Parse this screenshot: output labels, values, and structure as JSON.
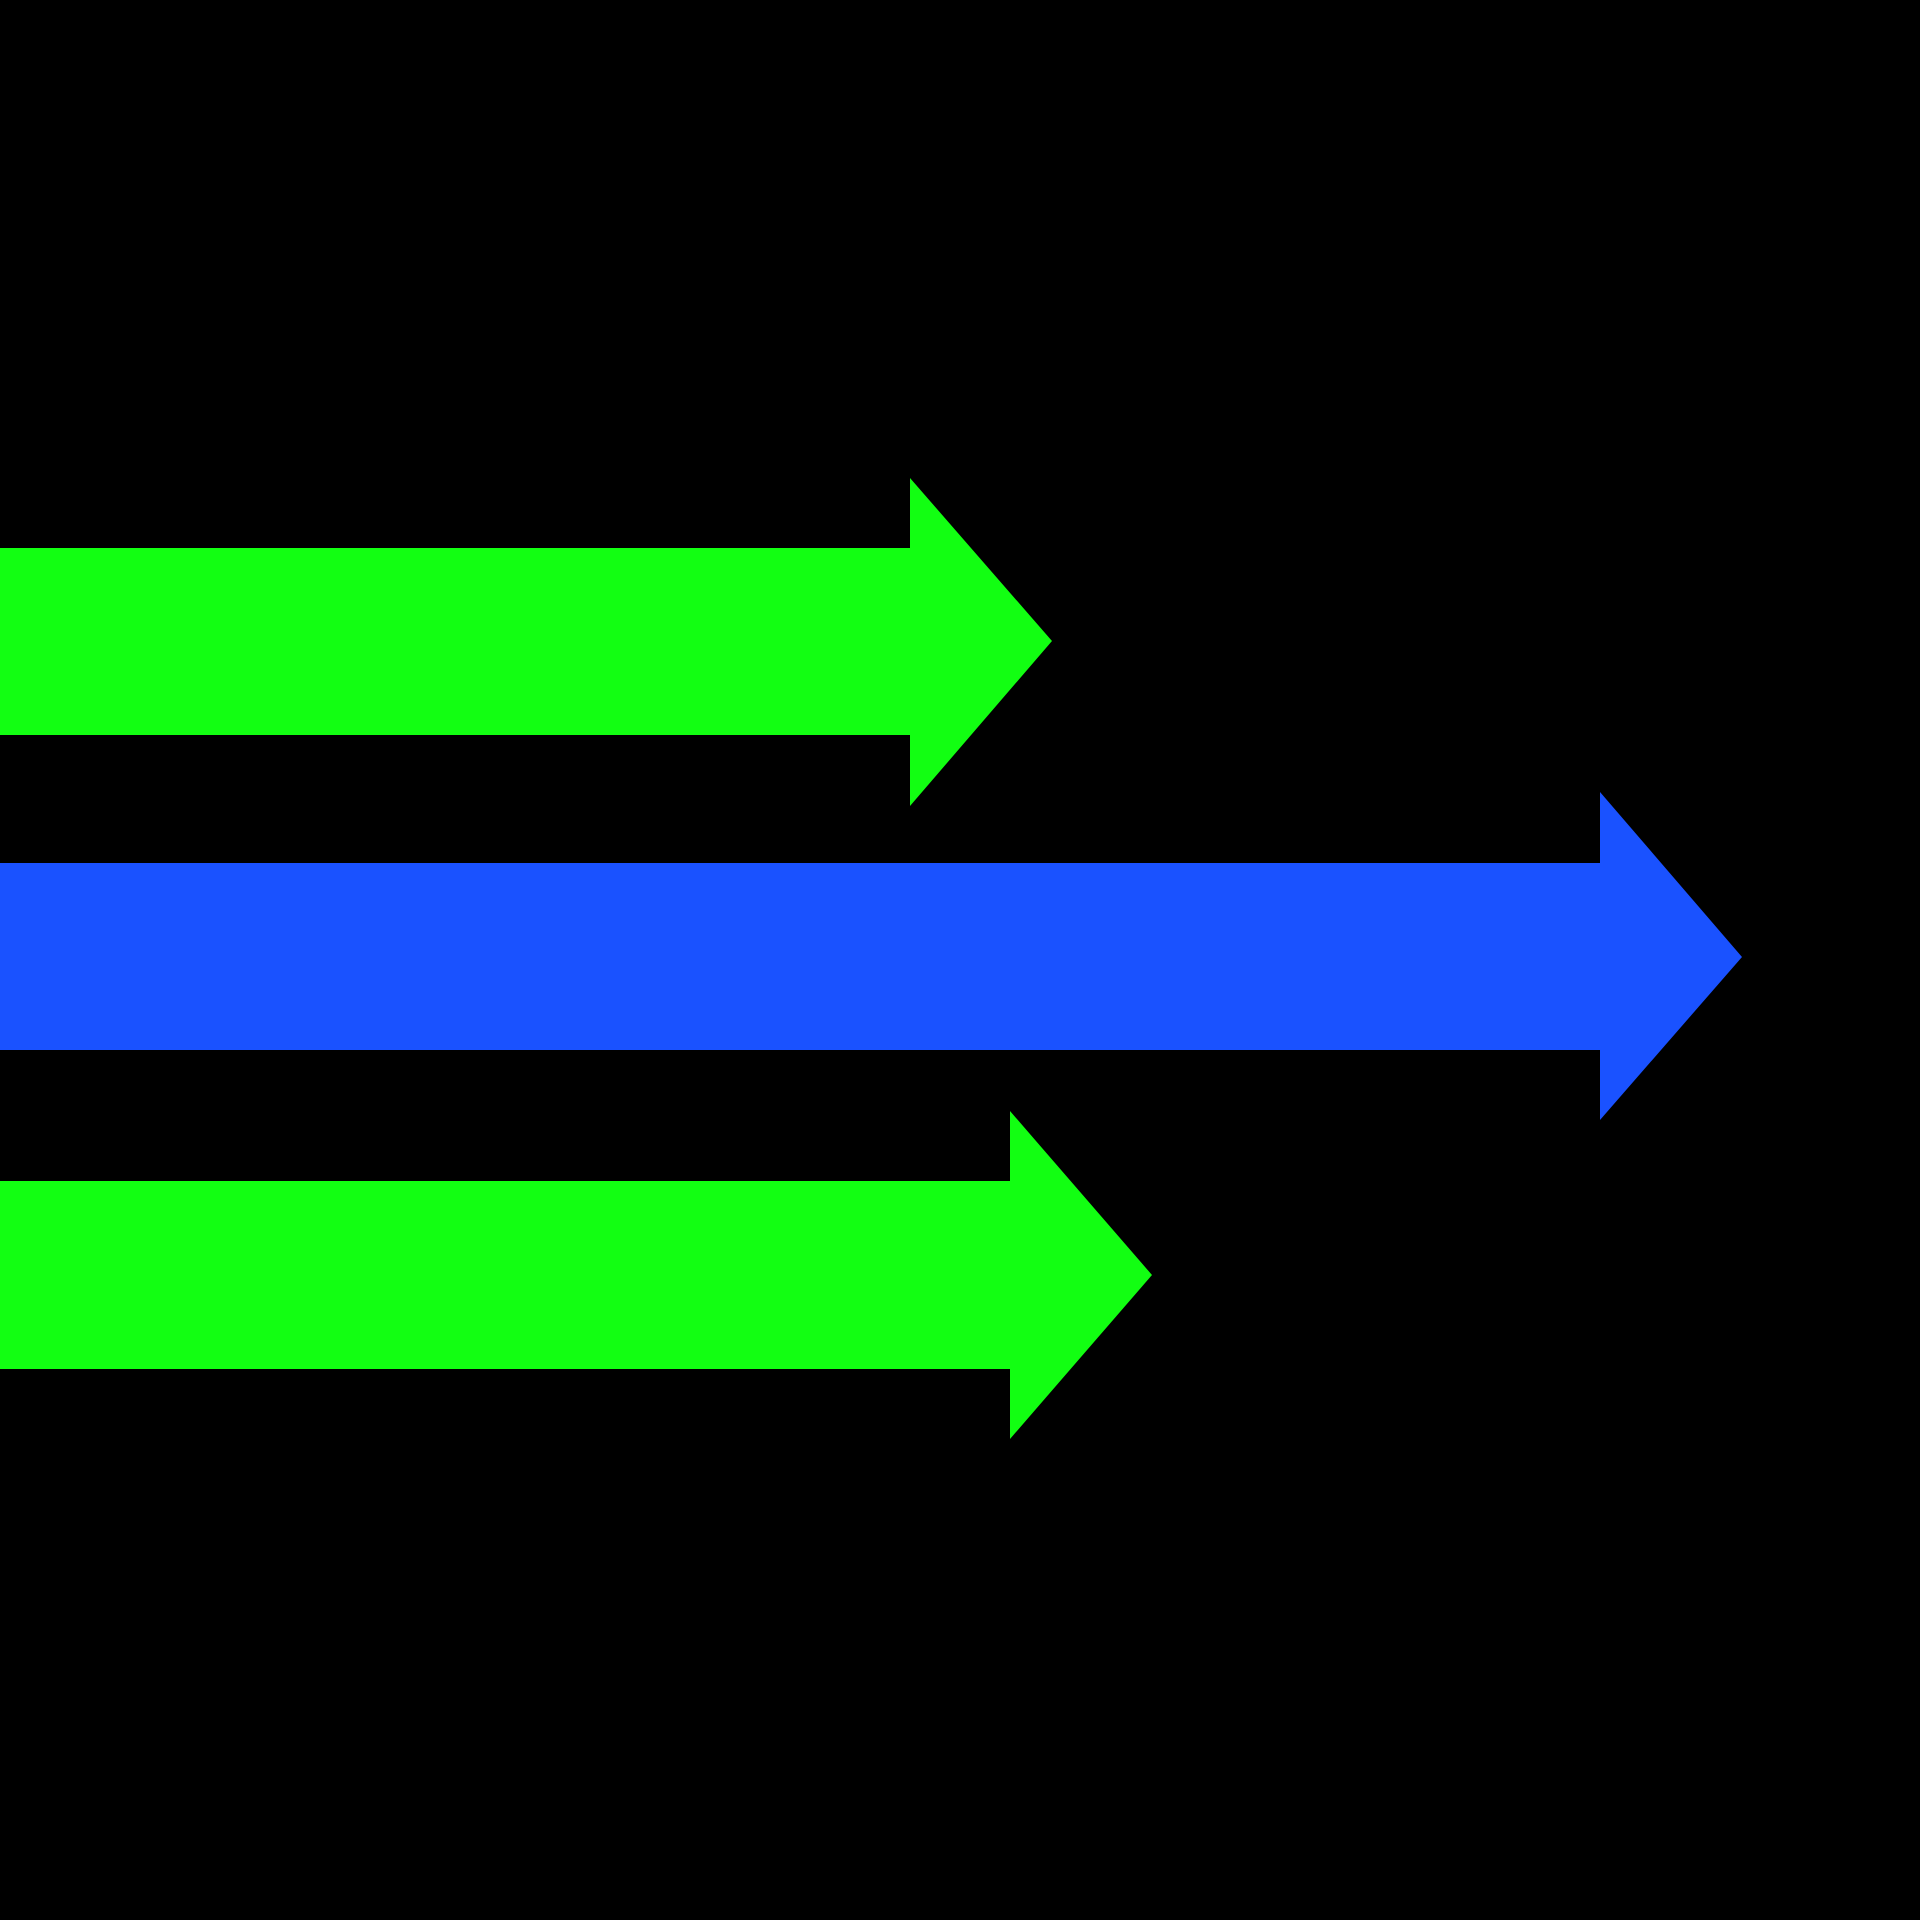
{
  "background_color": "#000000",
  "arrows": [
    {
      "name": "top-arrow-icon",
      "color": "#12ff12",
      "direction": "right"
    },
    {
      "name": "middle-arrow-icon",
      "color": "#1a52ff",
      "direction": "right"
    },
    {
      "name": "bottom-arrow-icon",
      "color": "#12ff12",
      "direction": "right"
    }
  ]
}
